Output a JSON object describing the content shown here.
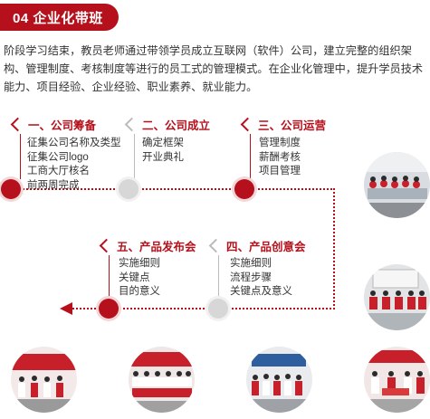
{
  "header": {
    "title": "04 企业化带班"
  },
  "intro": {
    "lines": [
      "阶段学习结束，教员老师通过带领学员成立互联网（软件）公司，建立完整的组织架",
      "构、管理制度、考核制度等进行的员工式的管理模式。在企业化管理中，提升学员技术",
      "能力、项目经验、企业经验、职业素养、就业能力。"
    ]
  },
  "steps": [
    {
      "title": "一、公司筹备",
      "items": [
        "征集公司名称及类型",
        "征集公司logo",
        "工商大厅核名",
        "前两周完成"
      ]
    },
    {
      "title": "二、公司成立",
      "items": [
        "确定框架",
        "开业典礼"
      ]
    },
    {
      "title": "三、公司运营",
      "items": [
        "管理制度",
        "薪酬考核",
        "项目管理"
      ]
    },
    {
      "title": "四、产品创意会",
      "items": [
        "实施细则",
        "流程步骤",
        "关键点及意义"
      ]
    },
    {
      "title": "五、产品发布会",
      "items": [
        "实施细则",
        "关键点",
        "目的意义"
      ]
    }
  ],
  "colors": {
    "accent": "#b5101b",
    "node_gray": "#d7d7d7",
    "text": "#333333"
  },
  "photos": [
    {
      "name": "team-photo-1",
      "scene": "classroom-group"
    },
    {
      "name": "team-photo-2",
      "scene": "meeting-room"
    },
    {
      "name": "team-photo-3",
      "scene": "ceremony-red-banner"
    },
    {
      "name": "team-photo-4",
      "scene": "group-on-stage"
    },
    {
      "name": "team-photo-5",
      "scene": "group-with-banner"
    },
    {
      "name": "team-photo-6",
      "scene": "award-presentation"
    }
  ]
}
